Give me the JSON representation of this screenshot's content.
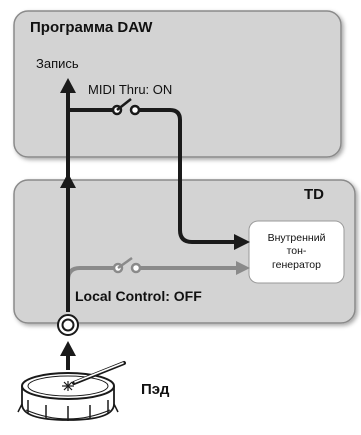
{
  "daw": {
    "title": "Программа DAW",
    "record_label": "Запись",
    "midi_thru_label": "MIDI Thru: ON"
  },
  "td": {
    "title": "TD",
    "generator_lines": [
      "Внутренний",
      "тон-",
      "генератор"
    ],
    "local_control_label": "Local Control: OFF"
  },
  "pad": {
    "label": "Пэд"
  },
  "colors": {
    "panel_fill": "#d3d3d3",
    "panel_border": "#8a8a8a",
    "signal_on": "#1a1a1a",
    "signal_off": "#8a8a8a",
    "box_fill": "#ffffff"
  }
}
